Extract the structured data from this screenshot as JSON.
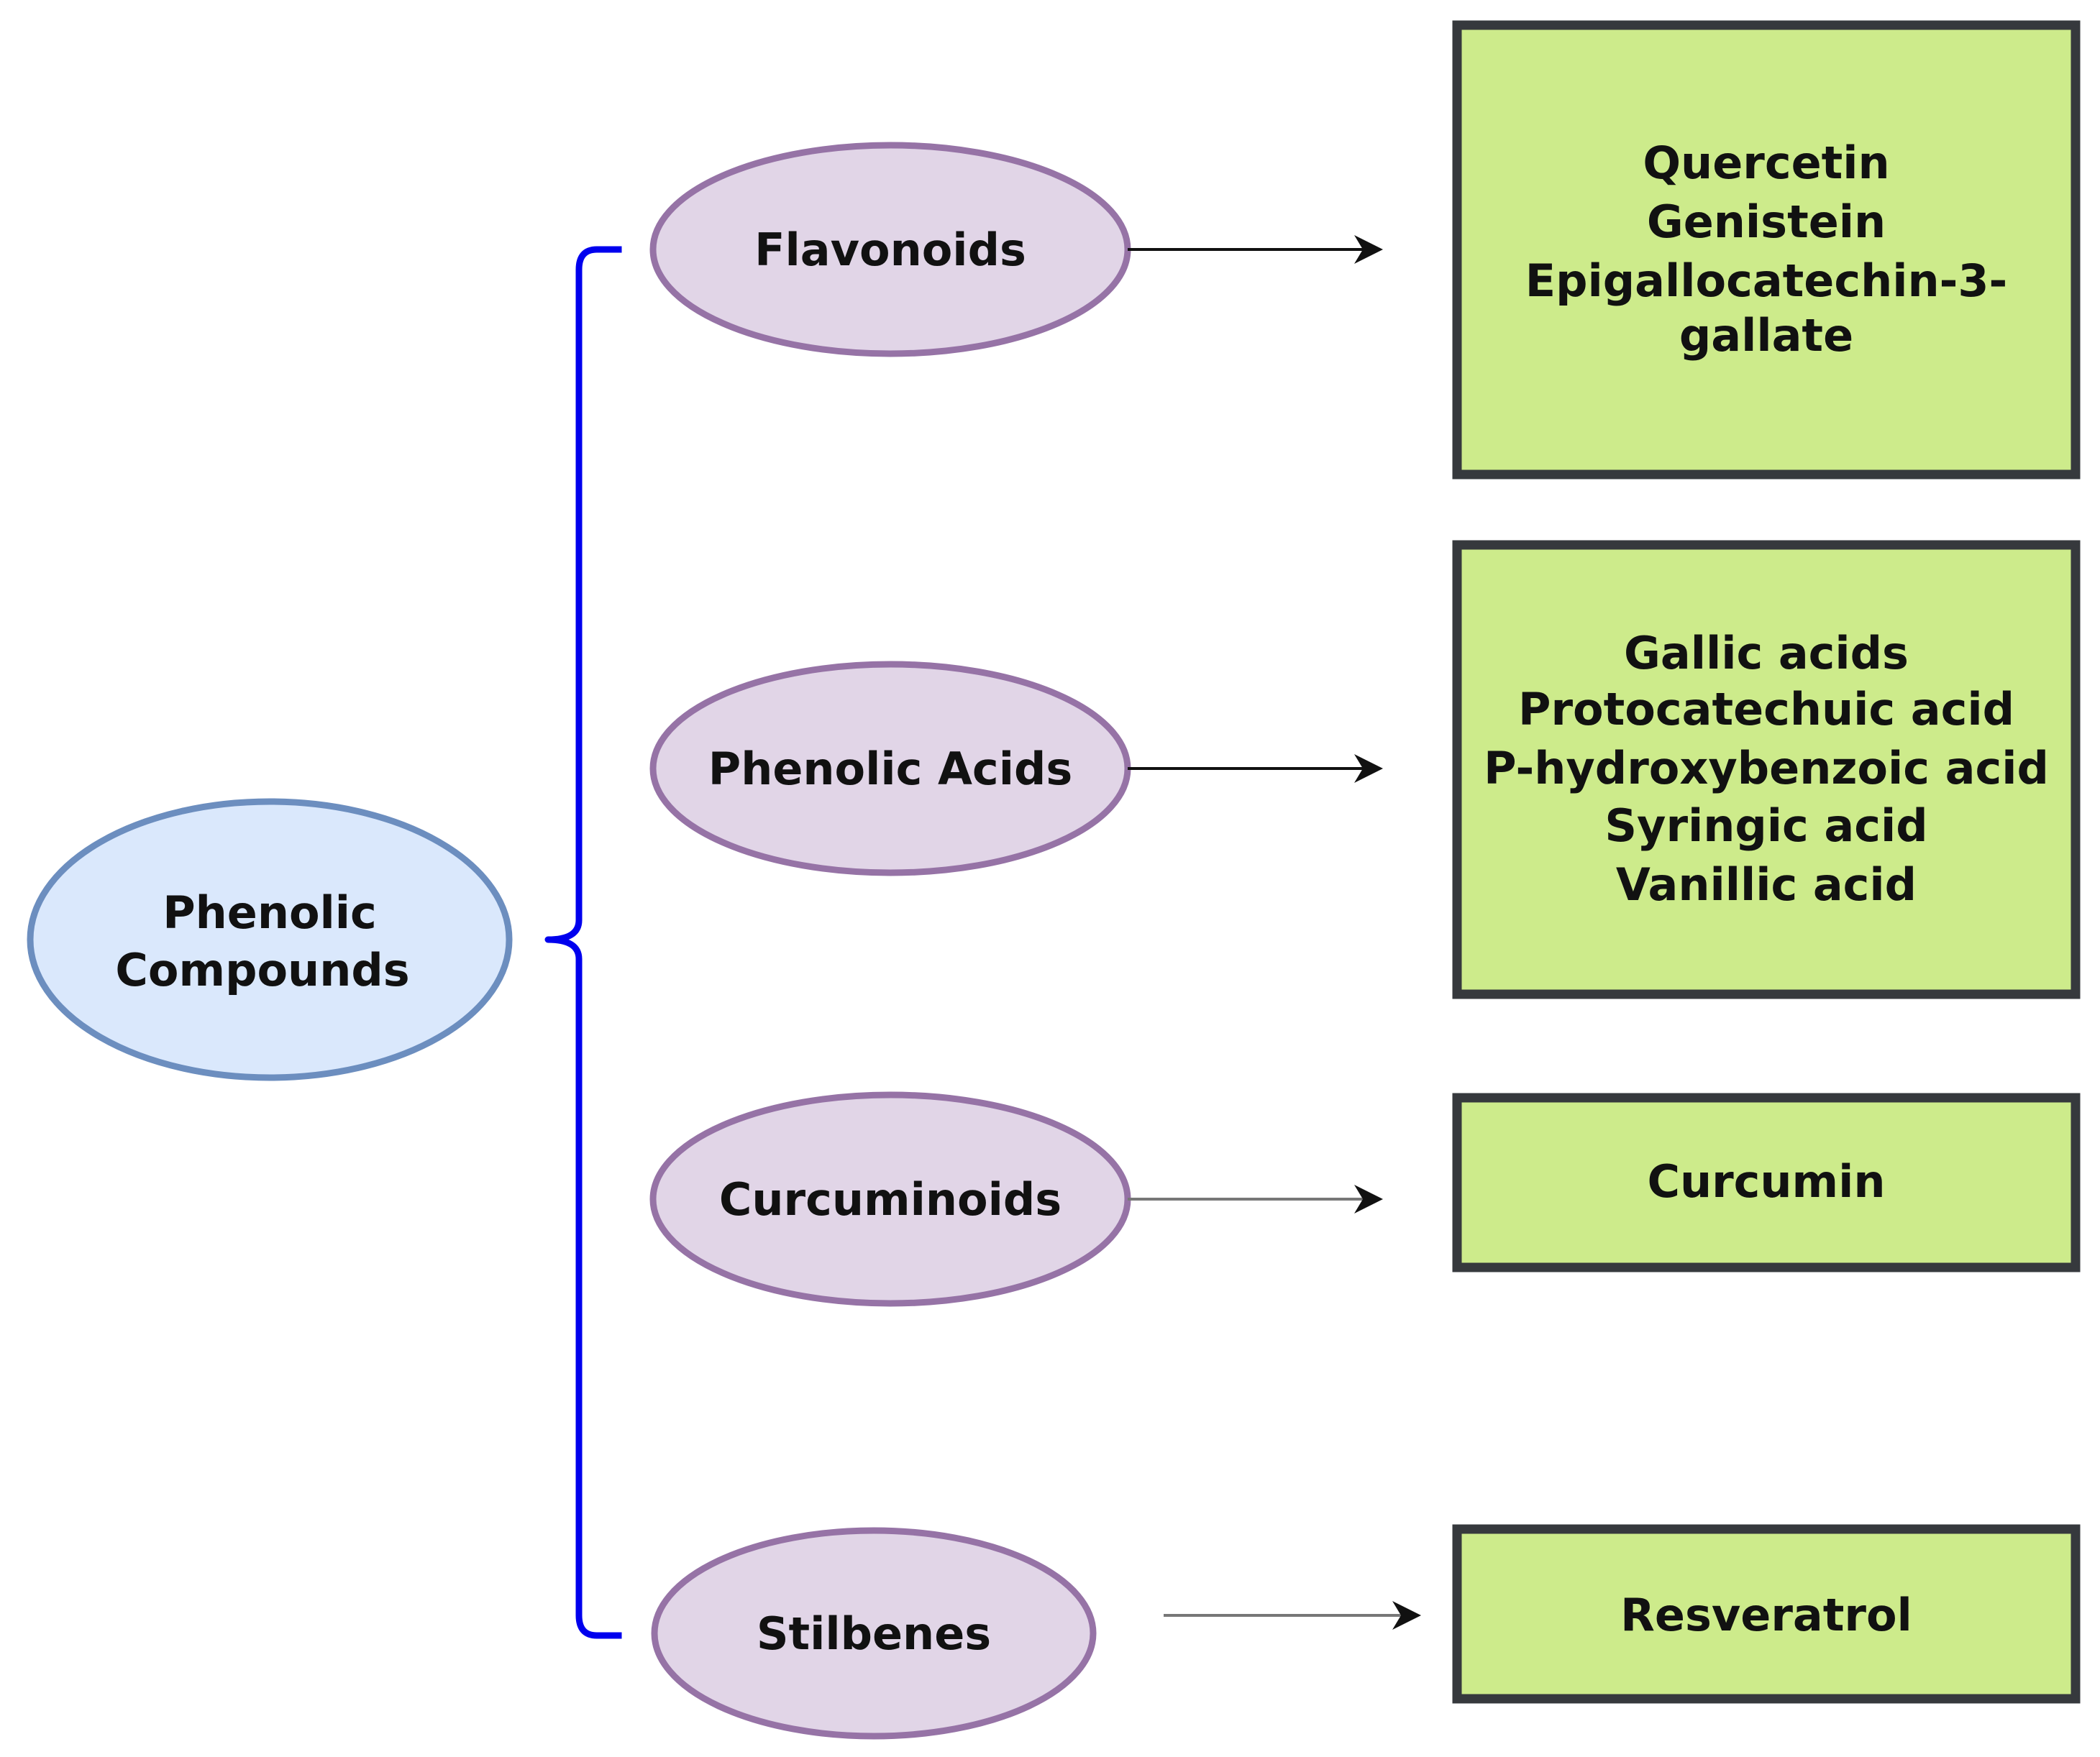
{
  "root": {
    "label_lines": [
      "Phenolic",
      "Compounds"
    ]
  },
  "categories": [
    {
      "label": "Flavonoids",
      "examples": [
        "Quercetin",
        "Genistein",
        "Epigallocatechin-3-",
        "gallate"
      ]
    },
    {
      "label": "Phenolic Acids",
      "examples": [
        "Gallic acids",
        "Protocatechuic acid",
        "P-hydroxybenzoic acid",
        "Syringic acid",
        "Vanillic acid"
      ]
    },
    {
      "label": "Curcuminoids",
      "examples": [
        "Curcumin"
      ]
    },
    {
      "label": "Stilbenes",
      "examples": [
        "Resveratrol"
      ]
    }
  ],
  "colors": {
    "root_fill": "#dae8fc",
    "root_stroke": "#6c8ebf",
    "category_fill": "#e1d5e7",
    "category_stroke": "#9673a6",
    "example_fill": "#cdeb8b",
    "example_stroke": "#36393d",
    "brace": "#0000ee",
    "arrow_dark": "#111111",
    "arrow_gray": "#777777"
  }
}
